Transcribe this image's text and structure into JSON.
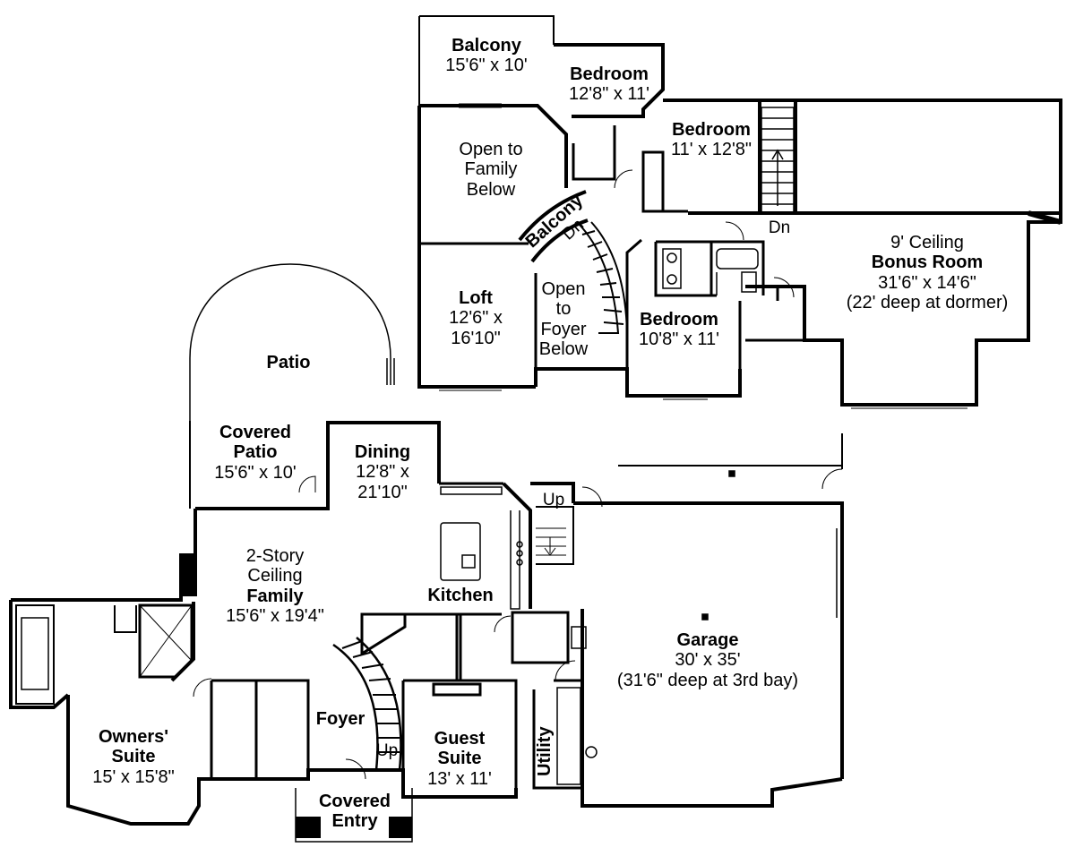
{
  "upper": {
    "balcony": {
      "name": "Balcony",
      "dim": "15'6\" x 10'"
    },
    "bedroom_nw": {
      "name": "Bedroom",
      "dim": "12'8\" x 11'"
    },
    "bedroom_ne": {
      "name": "Bedroom",
      "dim": "11' x 12'8\""
    },
    "open_family": {
      "line1": "Open to",
      "line2": "Family",
      "line3": "Below"
    },
    "balcony_curve": {
      "name": "Balcony"
    },
    "stair_dn_1": "Dn",
    "stair_dn_2": "Dn",
    "loft": {
      "name": "Loft",
      "dim1": "12'6\" x",
      "dim2": "16'10\""
    },
    "open_foyer": {
      "line1": "Open",
      "line2": "to",
      "line3": "Foyer",
      "line4": "Below"
    },
    "bedroom_s": {
      "name": "Bedroom",
      "dim": "10'8\" x 11'"
    },
    "bonus": {
      "note": "9' Ceiling",
      "name": "Bonus Room",
      "dim": "31'6\" x 14'6\"",
      "note2": "(22' deep at dormer)"
    }
  },
  "main": {
    "patio": {
      "name": "Patio"
    },
    "covered_patio": {
      "name1": "Covered",
      "name2": "Patio",
      "dim": "15'6\" x 10'"
    },
    "dining": {
      "name": "Dining",
      "dim1": "12'8\" x",
      "dim2": "21'10\""
    },
    "stair_up_1": "Up",
    "stair_up_2": "Up",
    "family": {
      "note1": "2-Story",
      "note2": "Ceiling",
      "name": "Family",
      "dim": "15'6\" x 19'4\""
    },
    "kitchen": {
      "name": "Kitchen"
    },
    "garage": {
      "name": "Garage",
      "dim": "30' x 35'",
      "note": "(31'6\" deep at 3rd bay)"
    },
    "owners": {
      "name1": "Owners'",
      "name2": "Suite",
      "dim": "15' x 15'8\""
    },
    "foyer": {
      "name": "Foyer"
    },
    "guest": {
      "name1": "Guest",
      "name2": "Suite",
      "dim": "13' x 11'"
    },
    "utility": {
      "name": "Utility"
    },
    "covered_entry": {
      "name1": "Covered",
      "name2": "Entry"
    }
  }
}
